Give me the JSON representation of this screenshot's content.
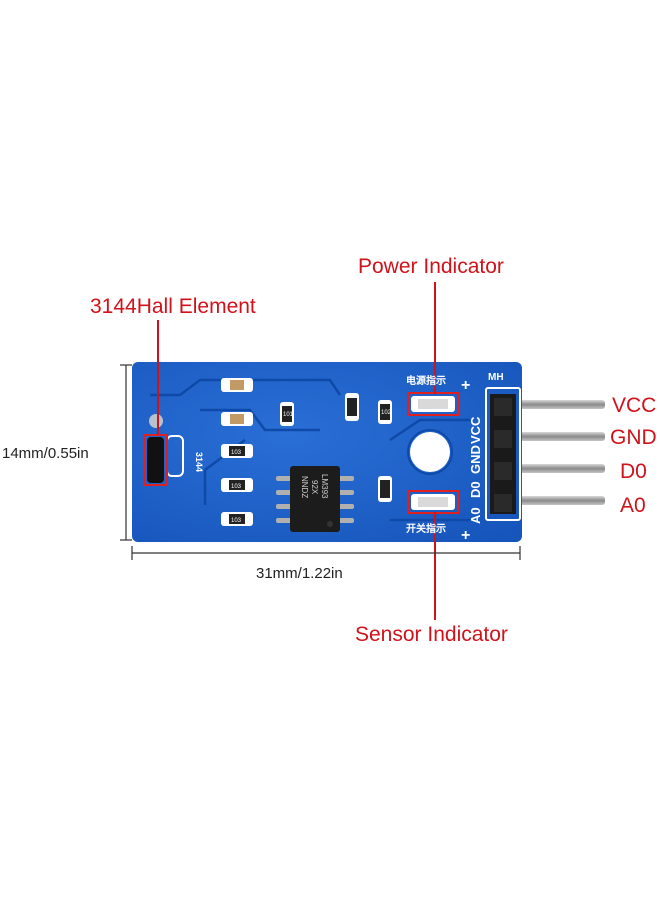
{
  "callouts": {
    "power_indicator": "Power Indicator",
    "hall_element": "3144Hall Element",
    "sensor_indicator": "Sensor Indicator"
  },
  "pins": {
    "vcc": "VCC",
    "gnd": "GND",
    "d0": "D0",
    "a0": "A0"
  },
  "dimensions": {
    "height": "14mm/0.55in",
    "width": "31mm/1.22in"
  },
  "board_silkscreen": {
    "header": "MH",
    "pin_vcc": "VCC",
    "pin_gnd": "GND",
    "pin_d0": "D0",
    "pin_a0": "A0",
    "power_text": "电源指示",
    "switch_text": "开关指示",
    "plus_top": "+",
    "plus_bottom": "+",
    "hall_marking": "3144",
    "chip_marking_1": "LM393",
    "chip_marking_2": "92X",
    "chip_marking_3": "NNDZ",
    "res_1": "103",
    "res_2": "103",
    "res_3": "103",
    "res_4": "101",
    "res_5": "102"
  },
  "colors": {
    "board": "#1a5fc9",
    "label_red": "#d0121b",
    "highlight_box": "#e02020"
  }
}
